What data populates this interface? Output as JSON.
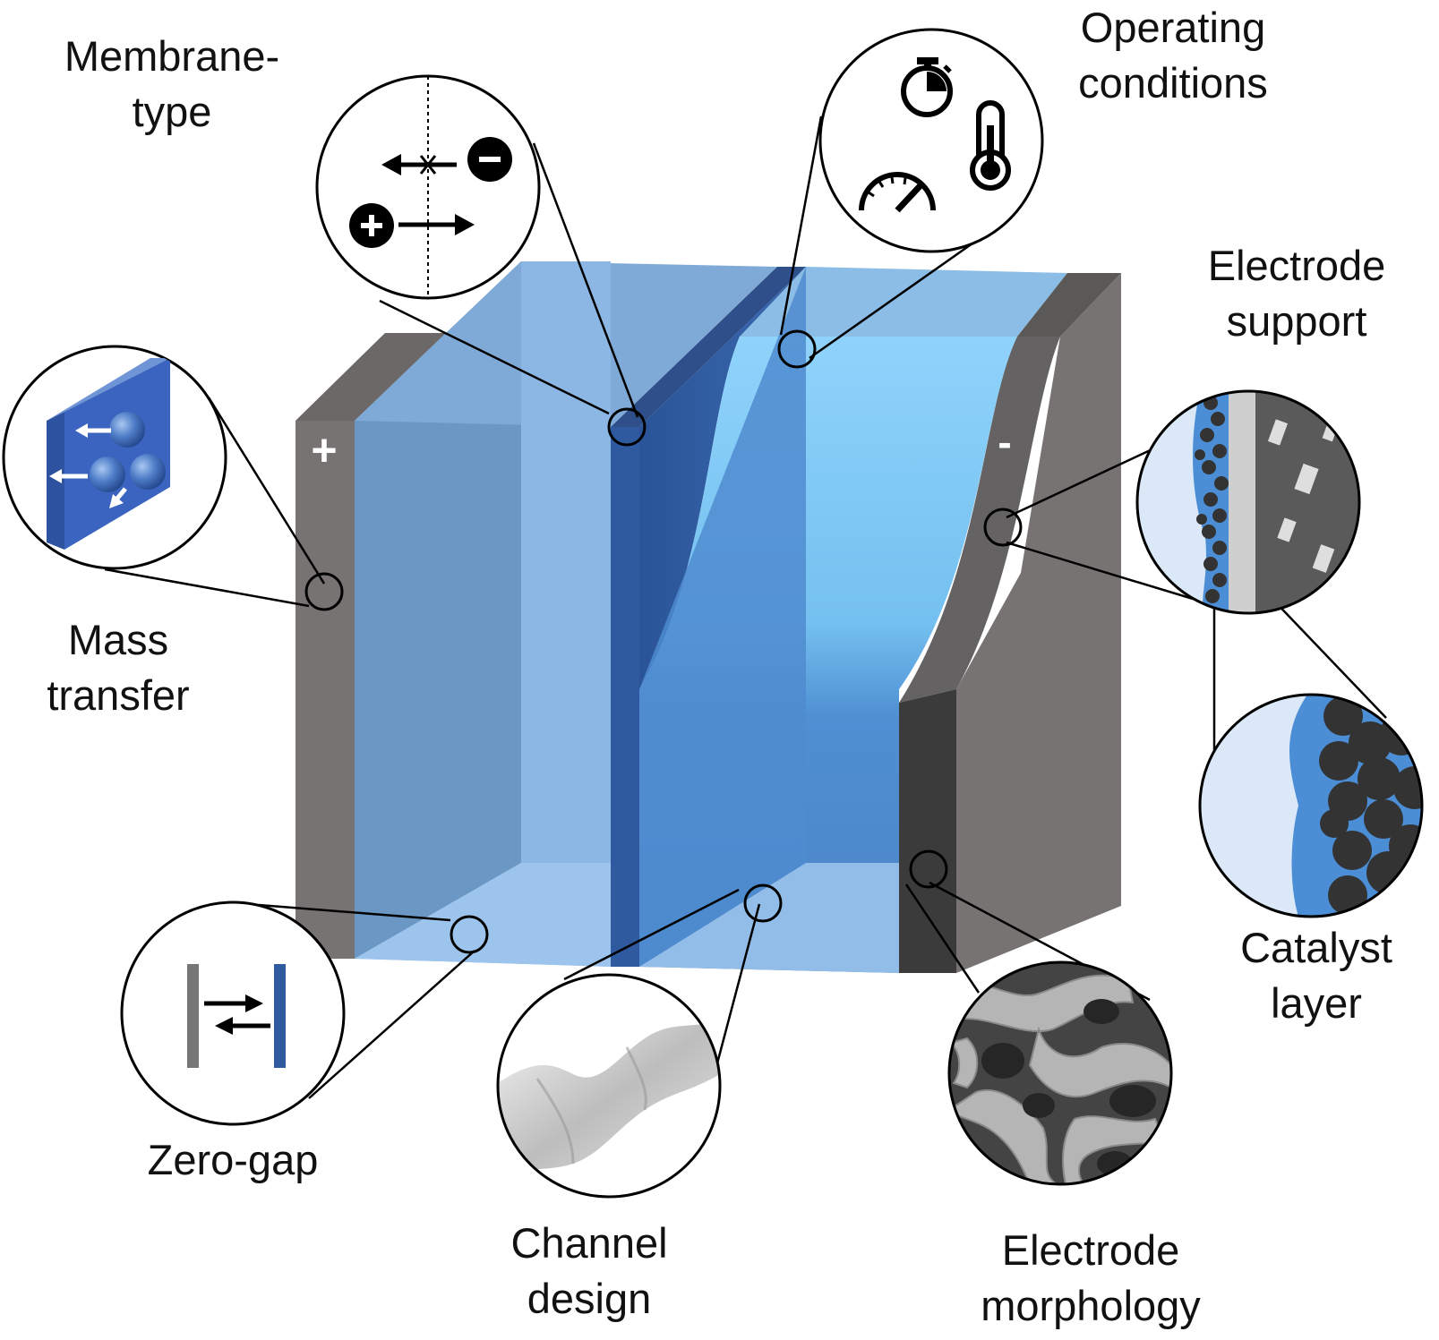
{
  "labels": {
    "membrane_type": [
      "Membrane-",
      "type"
    ],
    "operating_conditions": [
      "Operating",
      "conditions"
    ],
    "electrode_support": [
      "Electrode",
      "support"
    ],
    "mass_transfer": [
      "Mass",
      "transfer"
    ],
    "catalyst_layer": [
      "Catalyst",
      "layer"
    ],
    "zero_gap": "Zero-gap",
    "channel_design": [
      "Channel",
      "design"
    ],
    "electrode_morphology": [
      "Electrode",
      "morphology"
    ]
  },
  "cell": {
    "positive_sign": "+",
    "negative_sign": "-"
  },
  "icons": {
    "membrane_type": [
      "dashed-membrane-icon",
      "anion-minus-icon",
      "cation-plus-icon",
      "blocked-arrow-icon",
      "pass-arrow-icon"
    ],
    "operating_conditions": [
      "stopwatch-icon",
      "thermometer-icon",
      "gauge-icon"
    ],
    "mass_transfer": [
      "electrode-block-icon",
      "particle-icon",
      "flow-arrow-icon"
    ],
    "zero_gap": [
      "electrode-plate-icon",
      "exchange-arrows-icon"
    ],
    "channel_design": [
      "twisted-channel-icon"
    ],
    "electrode_morphology": [
      "porous-foam-icon"
    ],
    "electrode_support": [
      "porous-support-icon"
    ],
    "catalyst_layer": [
      "catalyst-particles-icon"
    ]
  },
  "colors": {
    "electrode_gray": "#767372",
    "electrode_dark": "#3b3b3b",
    "electrolyte_light": "#8fb9e6",
    "electrolyte_mid": "#6f9fd2",
    "membrane_blue": "#2f5aa0",
    "catholyte_blue": "#62aee6"
  }
}
